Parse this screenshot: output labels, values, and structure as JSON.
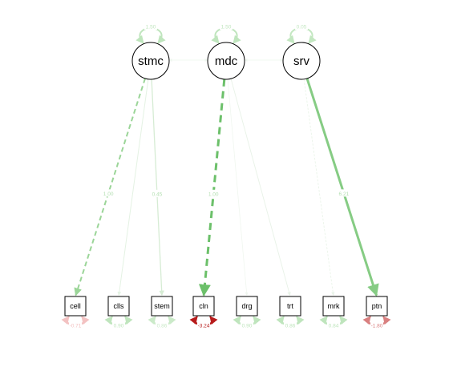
{
  "diagram": {
    "latent_nodes": [
      {
        "id": "stmc",
        "label": "stmc",
        "variance": "1.50",
        "variance_color": "#bfe5bd"
      },
      {
        "id": "mdc",
        "label": "mdc",
        "variance": "1.50",
        "variance_color": "#bfe5bd"
      },
      {
        "id": "srv",
        "label": "srv",
        "variance": "0.05",
        "variance_color": "#c3e7c1"
      }
    ],
    "observed_nodes": [
      {
        "id": "cell",
        "label": "cell",
        "residual": "-0.71",
        "residual_color": "#f3c2c2"
      },
      {
        "id": "clls",
        "label": "clls",
        "residual": "0.90",
        "residual_color": "#bfe5bd"
      },
      {
        "id": "stem",
        "label": "stem",
        "residual": "0.86",
        "residual_color": "#cbeac9"
      },
      {
        "id": "cln",
        "label": "cln",
        "residual": "-3.24",
        "residual_color": "#b71c1c"
      },
      {
        "id": "drg",
        "label": "drg",
        "residual": "0.90",
        "residual_color": "#bfe5bd"
      },
      {
        "id": "trt",
        "label": "trt",
        "residual": "0.86",
        "residual_color": "#bfe5bd"
      },
      {
        "id": "mrk",
        "label": "mrk",
        "residual": "0.84",
        "residual_color": "#bfe5bd"
      },
      {
        "id": "ptn",
        "label": "ptn",
        "residual": "-1.80",
        "residual_color": "#d98080"
      }
    ],
    "loadings": [
      {
        "from": "stmc",
        "to": "cell",
        "label": "1.00",
        "dashed": true,
        "color": "#9bd598",
        "width": 2.0,
        "show_label": true
      },
      {
        "from": "stmc",
        "to": "clls",
        "label": "",
        "dashed": false,
        "color": "#e4f2e3",
        "width": 1.0,
        "show_label": false
      },
      {
        "from": "stmc",
        "to": "stem",
        "label": "0.45",
        "dashed": false,
        "color": "#d6ecd4",
        "width": 1.3,
        "show_label": true
      },
      {
        "from": "mdc",
        "to": "cln",
        "label": "1.00",
        "dashed": true,
        "color": "#6cc06a",
        "width": 3.0,
        "show_label": true
      },
      {
        "from": "mdc",
        "to": "drg",
        "label": "",
        "dashed": false,
        "color": "#f0f6ef",
        "width": 0.8,
        "show_label": false
      },
      {
        "from": "mdc",
        "to": "trt",
        "label": "",
        "dashed": false,
        "color": "#e8f2e7",
        "width": 0.9,
        "show_label": false
      },
      {
        "from": "srv",
        "to": "mrk",
        "label": "",
        "dashed": true,
        "color": "#eaf4e9",
        "width": 0.9,
        "show_label": false
      },
      {
        "from": "srv",
        "to": "ptn",
        "label": "6.21",
        "dashed": false,
        "color": "#86cc84",
        "width": 3.0,
        "show_label": true
      }
    ],
    "covariances": [
      {
        "from": "stmc",
        "to": "mdc",
        "color": "#eef6ee"
      },
      {
        "from": "mdc",
        "to": "srv",
        "color": "#eef6ee"
      }
    ],
    "label_color": "#b3dfb1"
  }
}
